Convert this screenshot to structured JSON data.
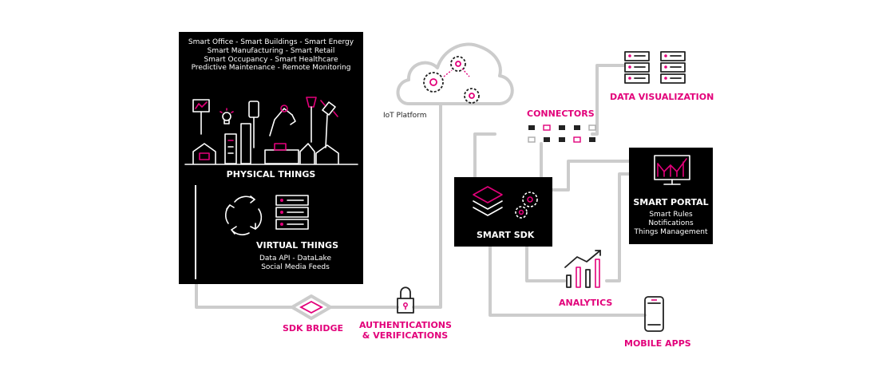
{
  "physical_block": {
    "use_cases": [
      "Smart Office - Smart Buildings - Smart Energy",
      "Smart Manufacturing - Smart Retail",
      "Smart Occupancy - Smart Healthcare",
      "Predictive Maintenance - Remote Monitoring"
    ],
    "physical_title": "PHYSICAL THINGS",
    "virtual_title": "VIRTUAL THINGS",
    "virtual_items": [
      "Data API - DataLake",
      "Social Media Feeds"
    ]
  },
  "cloud": {
    "label": "IoT Platform"
  },
  "connectors": {
    "label": "CONNECTORS"
  },
  "data_visualization": {
    "label": "DATA VISUALIZATION"
  },
  "smart_sdk": {
    "label": "SMART SDK"
  },
  "smart_portal": {
    "title": "SMART PORTAL",
    "items": [
      "Smart Rules",
      "Notifications",
      "Things Management"
    ]
  },
  "analytics": {
    "label": "ANALYTICS"
  },
  "mobile_apps": {
    "label": "MOBILE APPS"
  },
  "sdk_bridge": {
    "label": "SDK BRIDGE"
  },
  "auth": {
    "line1": "AUTHENTICATIONS",
    "line2": "& VERIFICATIONS"
  },
  "colors": {
    "accent": "#e2007a",
    "block": "#000000",
    "wire": "#cccccc",
    "line_icon": "#222222"
  },
  "icons": [
    "cloud-icon",
    "gear-icon",
    "server-rack-icon",
    "connector-grid-icon",
    "monitor-chart-icon",
    "bar-chart-icon",
    "smartphone-icon",
    "padlock-icon",
    "diamond-bridge-icon",
    "cycle-arrows-icon",
    "layers-icon",
    "city-skyline-icon"
  ]
}
